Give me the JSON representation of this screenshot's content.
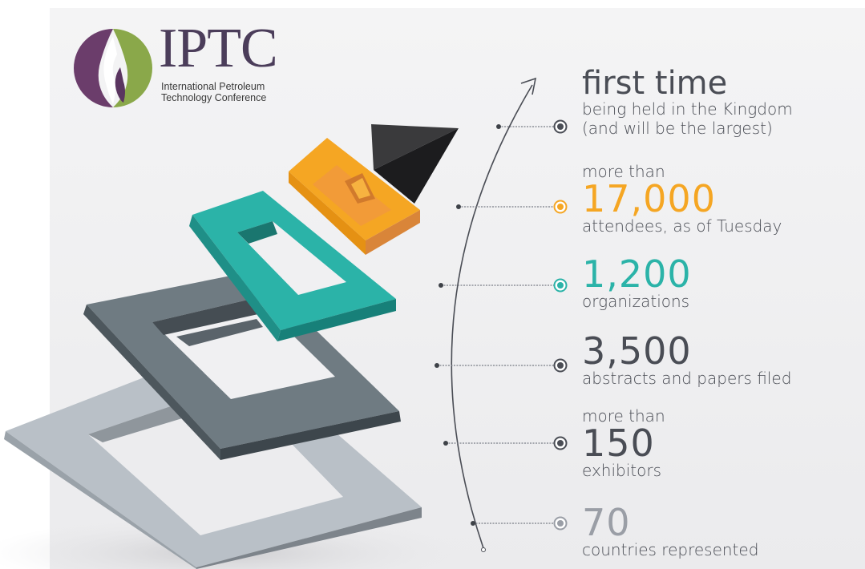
{
  "logo": {
    "title": "IPTC",
    "subtitle_line1": "International Petroleum",
    "subtitle_line2": "Technology Conference"
  },
  "stats": [
    {
      "heading": "first time",
      "line1": "being held in the Kingdom",
      "line2": "(and will be the largest)"
    },
    {
      "prefix": "more than",
      "number": "17,000",
      "label": "attendees, as of Tuesday",
      "color": "#f5a623"
    },
    {
      "number": "1,200",
      "label": "organizations",
      "color": "#2bb3a8"
    },
    {
      "number": "3,500",
      "label": "abstracts and papers filed",
      "color": "#4a4d55"
    },
    {
      "prefix": "more than",
      "number": "150",
      "label": "exhibitors",
      "color": "#4a4d55"
    },
    {
      "number": "70",
      "label": "countries represented",
      "color": "#9a9ea6"
    }
  ]
}
